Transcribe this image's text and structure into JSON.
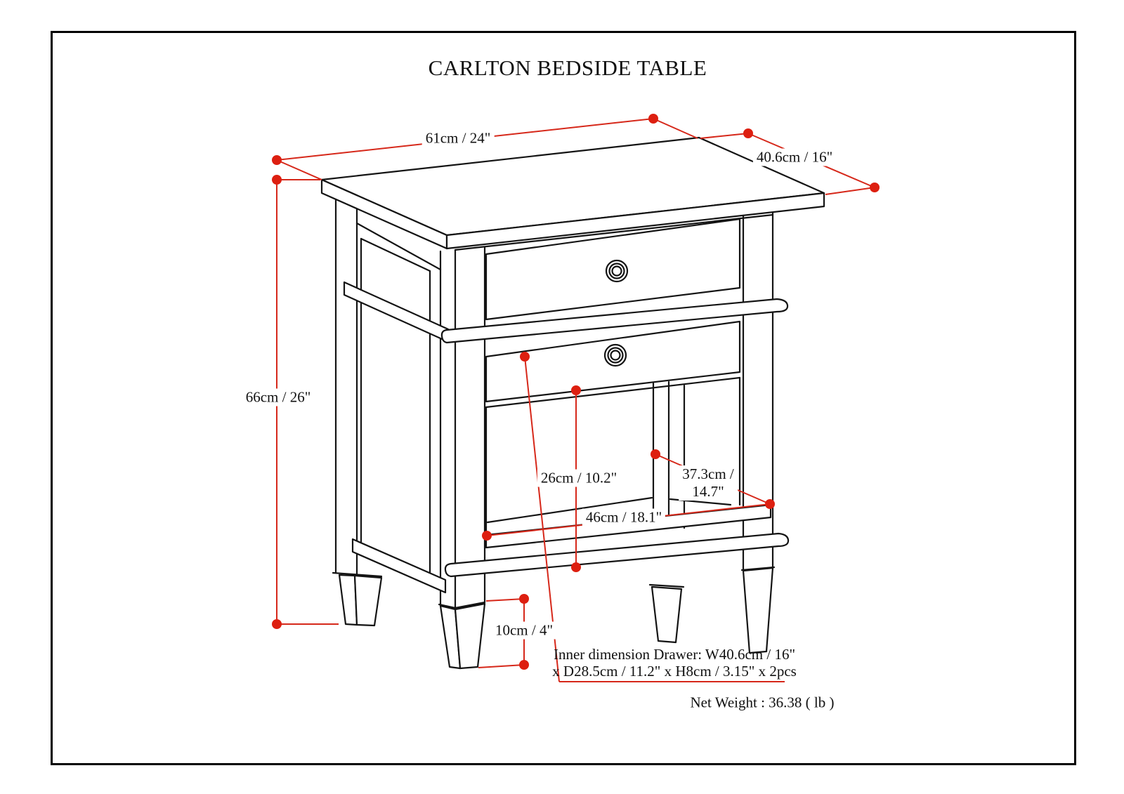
{
  "title": "CARLTON BEDSIDE TABLE",
  "dimension_labels": {
    "top_width": "61cm / 24\"",
    "top_depth": "40.6cm / 16\"",
    "overall_height": "66cm / 26\"",
    "shelf_opening_height": "26cm / 10.2\"",
    "interior_depth_line1": "37.3cm /",
    "interior_depth_line2": "14.7\"",
    "interior_width": "46cm / 18.1\"",
    "leg_height": "10cm / 4\""
  },
  "notes": {
    "drawer_inner_line1": "Inner dimension Drawer: W40.6cm / 16\"",
    "drawer_inner_line2": "x D28.5cm / 11.2\" x H8cm / 3.15\" x 2pcs",
    "net_weight": "Net Weight : 36.38 ( lb )"
  },
  "colors": {
    "dimension_red": "#d6281a",
    "ink_black": "#141414",
    "background": "#ffffff"
  }
}
